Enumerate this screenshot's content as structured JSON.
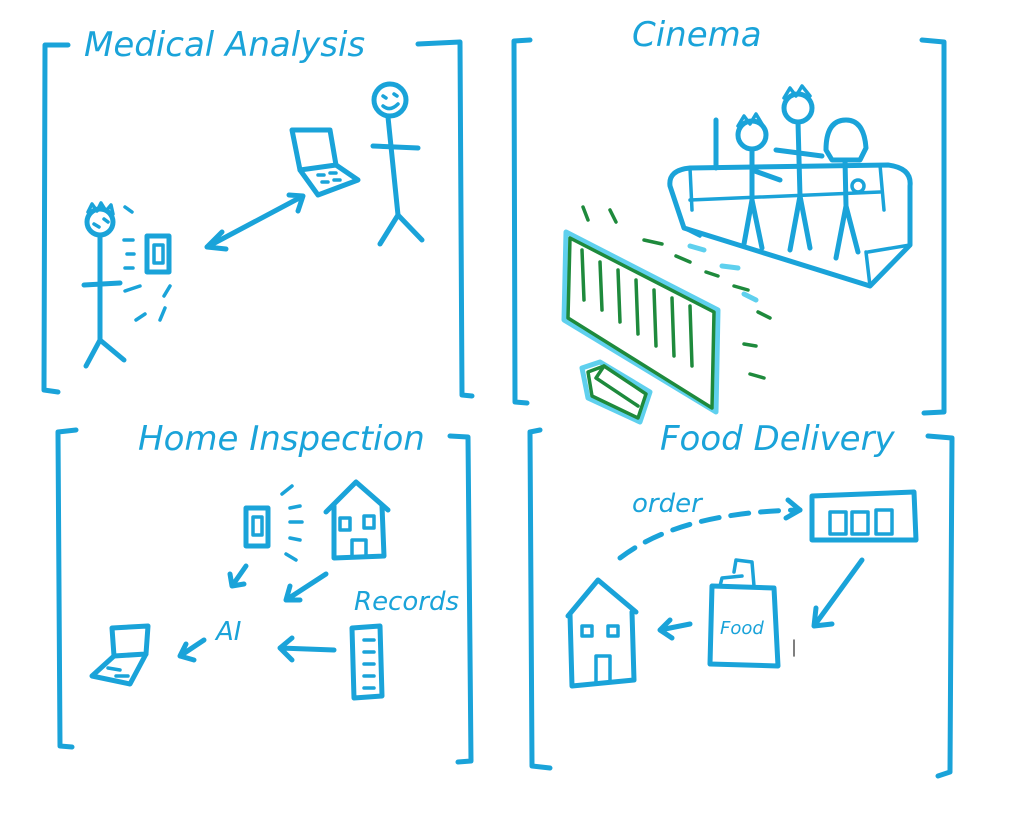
{
  "panels": {
    "medical": {
      "title": "Medical Analysis"
    },
    "cinema": {
      "title": "Cinema"
    },
    "home": {
      "title": "Home Inspection",
      "ai_label": "AI",
      "records_label": "Records"
    },
    "food": {
      "title": "Food Delivery",
      "order_label": "order",
      "bag_label": "Food"
    }
  },
  "colors": {
    "ink": "#1aa3d9",
    "ink_light": "#5fd0ee",
    "green": "#1e8a3c"
  }
}
